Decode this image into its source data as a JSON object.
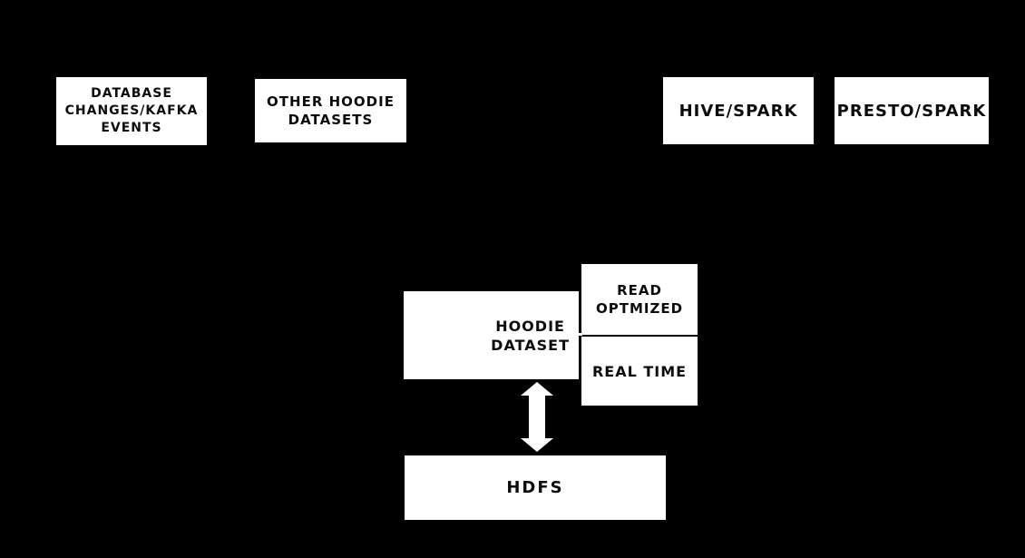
{
  "colors": {
    "background": "#000000",
    "box_fill": "#ffffff",
    "text": "#0d0d0d",
    "arrow": "#ffffff"
  },
  "boxes": {
    "database_changes": {
      "lines": [
        "DATABASE",
        "CHANGES/KAFKA",
        "EVENTS"
      ]
    },
    "other_hoodie_datasets": {
      "lines": [
        "OTHER HOODIE",
        "DATASETS"
      ]
    },
    "hive_spark": {
      "lines": [
        "HIVE/SPARK"
      ]
    },
    "presto_spark": {
      "lines": [
        "PRESTO/SPARK"
      ]
    },
    "hoodie_dataset": {
      "lines": [
        "HOODIE",
        "DATASET"
      ]
    },
    "read_optimized": {
      "lines": [
        "READ",
        "OPTMIZED"
      ]
    },
    "real_time": {
      "lines": [
        "REAL TIME"
      ]
    },
    "hdfs": {
      "lines": [
        "HDFS"
      ]
    }
  },
  "icons": {
    "updown_arrow": "up-down-arrow"
  }
}
